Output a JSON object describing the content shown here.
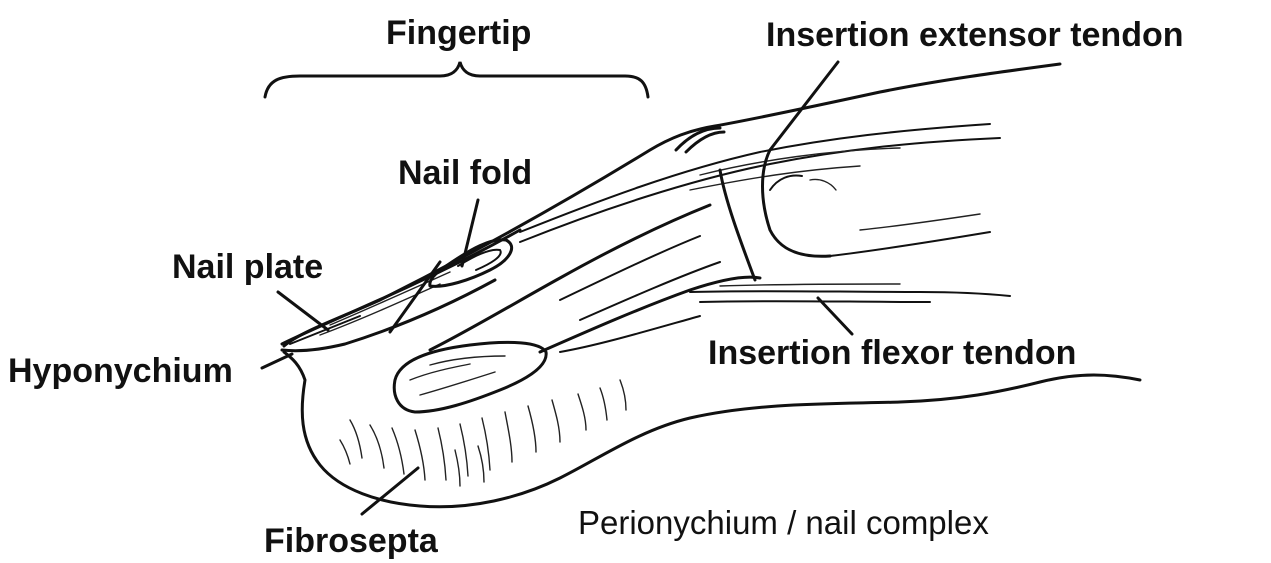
{
  "labels": {
    "fingertip": "Fingertip",
    "insertion_extensor_tendon": "Insertion extensor tendon",
    "nail_fold": "Nail fold",
    "nail_plate": "Nail plate",
    "hyponychium": "Hyponychium",
    "insertion_flexor_tendon": "Insertion flexor tendon",
    "fibrosepta": "Fibrosepta",
    "perionychium_nail_complex": "Perionychium / nail complex"
  },
  "colors": {
    "ink": "#111111",
    "background": "#ffffff"
  }
}
